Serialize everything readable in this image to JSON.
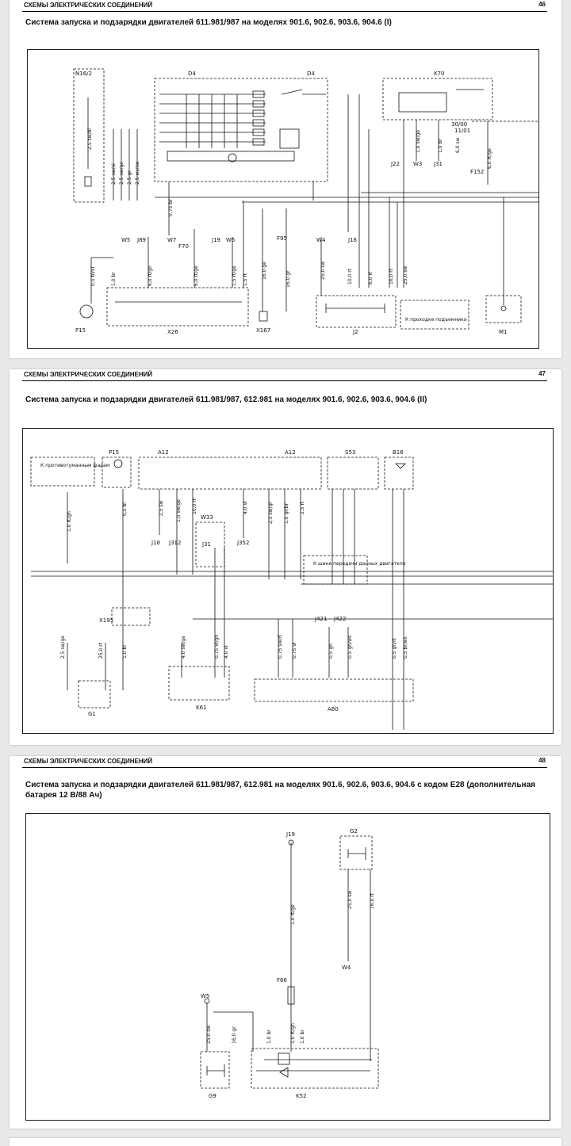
{
  "pages": [
    {
      "header": "СХЕМЫ ЭЛЕКТРИЧЕСКИХ СОЕДИНЕНИЙ",
      "number": "46",
      "title": "Система запуска и подзарядки двигателей 611.981/987 на моделях 901.6, 902.6, 903.6, 904.6 (I)",
      "components": [
        "N16/2",
        "D4",
        "D4",
        "K70",
        "P15",
        "X26",
        "X167",
        "J2",
        "M1",
        "W5",
        "J89",
        "W7",
        "F70",
        "J19",
        "W5",
        "F95",
        "W4",
        "J16",
        "J22",
        "W3",
        "J31",
        "F152",
        "30/00",
        "11/01"
      ],
      "wires": [
        "2,5 sw/bl",
        "2,5 sw/vi",
        "2,5 sw/ge",
        "2,5 gr",
        "2,5 ws/sw",
        "0,75 br",
        "0,5 bl/vi",
        "1,0 br",
        "6,0 rt/gn",
        "6,0 rt/ge",
        "1,5 rt/ge",
        "1,5 rt",
        "16,0 ge",
        "16,0 gr",
        "25,0 sw",
        "10,0 rt",
        "6,0 rt",
        "16,0 rt",
        "25,0 sw",
        "1,0 sw/ge",
        "1,0 br",
        "6,0 sw",
        "6,0 rt/ge"
      ],
      "note": "К проходке подъемника"
    },
    {
      "header": "СХЕМЫ ЭЛЕКТРИЧЕСКИХ СОЕДИНЕНИЙ",
      "number": "47",
      "title": "Система запуска и подзарядки двигателей 611.981/987, 612.981 на моделях 901.6, 902.6, 903.6, 904.6 (II)",
      "components": [
        "P15",
        "A12",
        "A12",
        "S53",
        "B16",
        "J18",
        "J312",
        "W33",
        "J31",
        "J352",
        "X195",
        "G1",
        "K61",
        "A80",
        "J421",
        "J422"
      ],
      "wires": [
        "1,0 rt/gn",
        "0,5 bl",
        "2,5 sw",
        "1,0 sw/ge",
        "10,0 rt",
        "4,0 vi",
        "2,5 sw/gr",
        "1,0 gr/br",
        "2,5 rt",
        "0,5 gn/rt",
        "0,5 br/ws",
        "2,5 sw/ge",
        "25,0 rt",
        "1,0 bl",
        "4,0 sw/ge",
        "0,75 vi/gn",
        "4,0 vi",
        "0,75 sw/rt",
        "0,75 vi",
        "0,5 gn",
        "0,5 gn/ws"
      ],
      "note_left": "К противотуманным фарам",
      "note_right": "К шине передачи данных двигателя"
    },
    {
      "header": "СХЕМЫ ЭЛЕКТРИЧЕСКИХ СОЕДИНЕНИЙ",
      "number": "48",
      "title": "Система запуска и подзарядки двигателей 611.981/987, 612.981 на моделях 901.6, 902.6, 903.6, 904.6 с кодом E28 (дополнительная батарея 12 В/88 Ач)",
      "components": [
        "J19",
        "G2",
        "W4",
        "W5",
        "F66",
        "G9",
        "K52"
      ],
      "wires": [
        "1,0 rt/ge",
        "25,0 sw",
        "16,0 rt",
        "25,0 sw",
        "16,0 gr",
        "1,0 br",
        "1,0 rt/gn",
        "1,0 br"
      ]
    }
  ]
}
